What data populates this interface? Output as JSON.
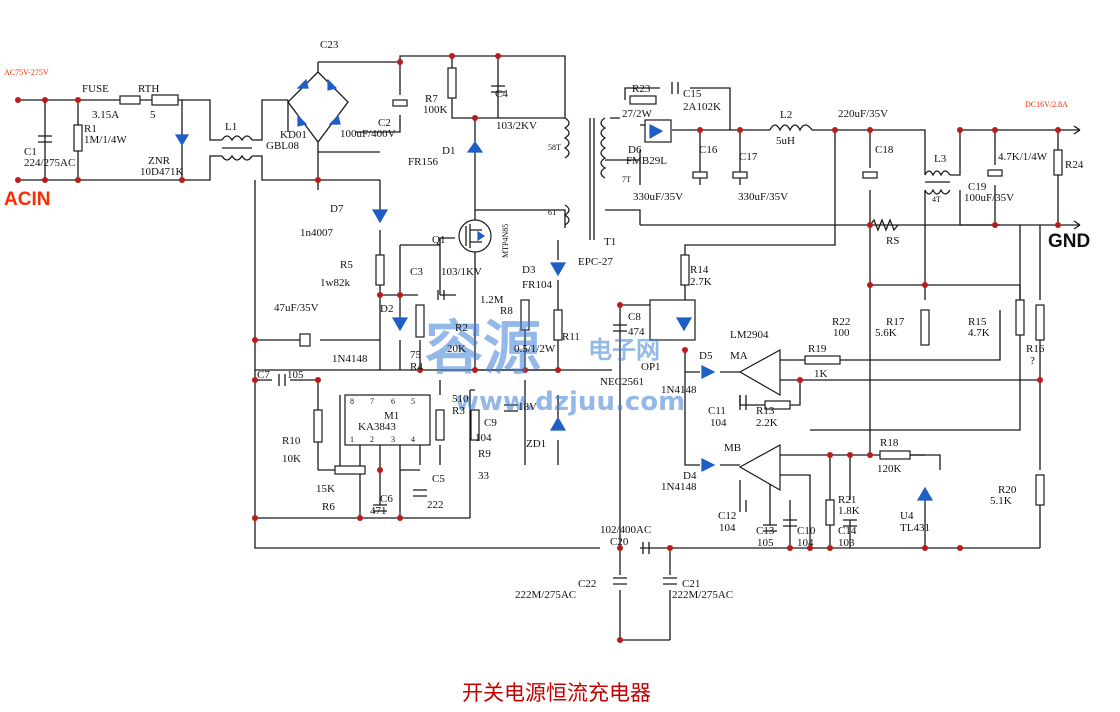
{
  "diagram": {
    "title": "开关电源恒流充电器",
    "watermark": {
      "brand": "容源",
      "tag": "电子网",
      "url": "www.dzjuu.com"
    },
    "colors": {
      "wire": "#1a1a1a",
      "junction": "#b91c1c",
      "diode": "#1f5ec4",
      "title": "#c40000",
      "watermark": "#3d7fd6"
    },
    "terminals": {
      "ac_range": "AC75V-275V",
      "ac_in": "ACIN",
      "dc_out": "DC16V/2.8A",
      "gnd": "GND"
    },
    "labels": {
      "fuse_name": "FUSE",
      "fuse_val": "3.15A",
      "rth_name": "RTH",
      "rth_val": "5",
      "c1_name": "C1",
      "c1_val": "224/275AC",
      "r1_name": "R1",
      "r1_val": "1M/1/4W",
      "znr_name": "ZNR",
      "znr_val": "10D471K",
      "l1": "L1",
      "c23": "C23",
      "kd01": "KD01",
      "gbl08": "GBL08",
      "c2_name": "C2",
      "c2_val": "100uF/400V",
      "r7_name": "R7",
      "r7_val": "100K",
      "c4_name": "C4",
      "c4_val": "103/2KV",
      "d1_name": "D1",
      "d1_val": "FR156",
      "q1": "Q1",
      "mtp": "MTP4N85",
      "d7_name": "D7",
      "d7_val": "1n4007",
      "r5_name": "R5",
      "r5_val": "1w82k",
      "c3_name": "C3",
      "c3_val": "103/1KV",
      "c47": "47uF/35V",
      "d2": "D2",
      "r2_name": "R2",
      "r2_val": "20K",
      "n75": "75",
      "r4": "R4",
      "d4148": "1N4148",
      "r8_name": "R8",
      "r8_val": "1.2M",
      "d3_name": "D3",
      "d3_val": "FR104",
      "r11_name": "R11",
      "r11_val": "0.5/1/2W",
      "c7_name": "C7",
      "c7_val": "105",
      "m1": "M1",
      "ka3843": "KA3843",
      "r10_name": "R10",
      "r10_val": "10K",
      "r6_name": "R6",
      "r6_val": "15K",
      "c6_name": "C6",
      "c6_val": "471",
      "c5_name": "C5",
      "c5_val": "222",
      "r3_name": "R3",
      "r3_val": "510",
      "c9_name": "C9",
      "c9_val": "104",
      "r9_name": "R9",
      "r9_val": "33",
      "zd1_name": "ZD1",
      "zd1_val": "18V",
      "t1": "T1",
      "epc27": "EPC-27",
      "w58": "58T",
      "w7": "7T",
      "w6": "6T",
      "r23_name": "R23",
      "r23_val": "27/2W",
      "c15_name": "C15",
      "c15_val": "2A102K",
      "d6_name": "D6",
      "d6_val": "FMB29L",
      "c16_name": "C16",
      "c16_val": "330uF/35V",
      "c17_name": "C17",
      "c17_val": "330uF/35V",
      "l2_name": "L2",
      "l2_val": "5uH",
      "c18_val": "220uF/35V",
      "c18_name": "C18",
      "l3": "L3",
      "w4": "4T",
      "c19_name": "C19",
      "c19_val": "100uF/35V",
      "r_47k": "4.7K/1/4W",
      "r24": "R24",
      "rs": "RS",
      "r14_name": "R14",
      "r14_val": "2.7K",
      "c8_name": "C8",
      "c8_val": "474",
      "op1": "OP1",
      "nec2561": "NEC2561",
      "lm2904": "LM2904",
      "d5": "D5",
      "ma": "MA",
      "mb": "MB",
      "r19_name": "R19",
      "r19_val": "1K",
      "r22_name": "R22",
      "r22_val": "100",
      "r17_name": "R17",
      "r17_val": "5.6K",
      "r15_name": "R15",
      "r15_val": "4.7K",
      "r16_name": "R16",
      "r16_val": "?",
      "c11_name": "C11",
      "c11_val": "104",
      "r13_name": "R13",
      "r13_val": "2.2K",
      "d4_name": "D4",
      "d4_val": "1N4148",
      "r18_name": "R18",
      "r18_val": "120K",
      "c12_name": "C12",
      "c12_val": "104",
      "r21_name": "R21",
      "r21_val": "1.8K",
      "r20_name": "R20",
      "r20_val": "5.1K",
      "c13_name": "C13",
      "c13_val": "105",
      "c10_name": "C10",
      "c10_val": "104",
      "c14_name": "C14",
      "c14_val": "103",
      "u4_name": "U4",
      "u4_val": "TL431",
      "c20_name": "C20",
      "c20_val": "102/400AC",
      "c22_name": "C22",
      "c22_val": "222M/275AC",
      "c21_name": "C21",
      "c21_val": "222M/275AC"
    }
  }
}
